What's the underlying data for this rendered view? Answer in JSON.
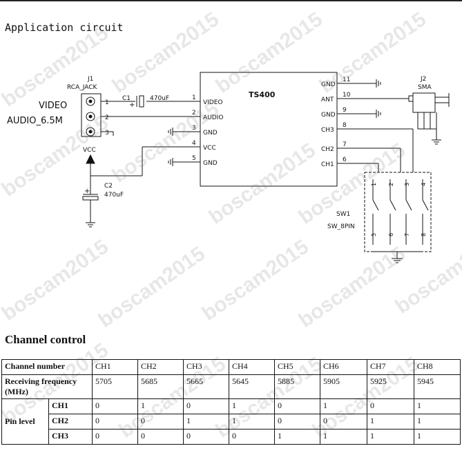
{
  "section1_title": "Application circuit",
  "section2_title": "Channel control",
  "watermark": "boscam2015",
  "colors": {
    "line": "#111111",
    "watermark": "#c8c8c8"
  },
  "schematic": {
    "ic": {
      "name": "TS400",
      "left_pins": [
        {
          "num": "1",
          "label": "VIDEO"
        },
        {
          "num": "2",
          "label": "AUDIO"
        },
        {
          "num": "3",
          "label": "GND"
        },
        {
          "num": "4",
          "label": "VCC"
        },
        {
          "num": "5",
          "label": "GND"
        }
      ],
      "right_pins": [
        {
          "num": "11",
          "label": "GND"
        },
        {
          "num": "10",
          "label": "ANT"
        },
        {
          "num": "9",
          "label": "GND"
        },
        {
          "num": "8",
          "label": "CH3"
        },
        {
          "num": "7",
          "label": "CH2"
        },
        {
          "num": "6",
          "label": "CH1"
        }
      ]
    },
    "j1": {
      "ref": "J1",
      "name": "RCA_JACK",
      "pins": [
        "1",
        "2",
        "3"
      ]
    },
    "j2": {
      "ref": "J2",
      "name": "SMA"
    },
    "c1": {
      "ref": "C1",
      "value": "470uF"
    },
    "c2": {
      "ref": "C2",
      "value": "470uF"
    },
    "sw1": {
      "ref": "SW1",
      "name": "SW_8PIN",
      "top_pins": [
        "1",
        "2",
        "3",
        "4"
      ],
      "bottom_pins": [
        "5",
        "6",
        "7",
        "8"
      ]
    },
    "labels": {
      "video": "VIDEO",
      "audio": "AUDIO_6.5M",
      "vcc": "VCC"
    }
  },
  "channel_table": {
    "row_channel_label": "Channel number",
    "channels": [
      "CH1",
      "CH2",
      "CH3",
      "CH4",
      "CH5",
      "CH6",
      "CH7",
      "CH8"
    ],
    "row_freq_label": "Receiving frequency (MHz)",
    "frequencies": [
      "5705",
      "5685",
      "5665",
      "5645",
      "5885",
      "5905",
      "5925",
      "5945"
    ],
    "pin_level_label": "Pin level",
    "pins": [
      {
        "name": "CH1",
        "values": [
          "0",
          "1",
          "0",
          "1",
          "0",
          "1",
          "0",
          "1"
        ]
      },
      {
        "name": "CH2",
        "values": [
          "0",
          "0",
          "1",
          "1",
          "0",
          "0",
          "1",
          "1"
        ]
      },
      {
        "name": "CH3",
        "values": [
          "0",
          "0",
          "0",
          "0",
          "1",
          "1",
          "1",
          "1"
        ]
      }
    ]
  }
}
